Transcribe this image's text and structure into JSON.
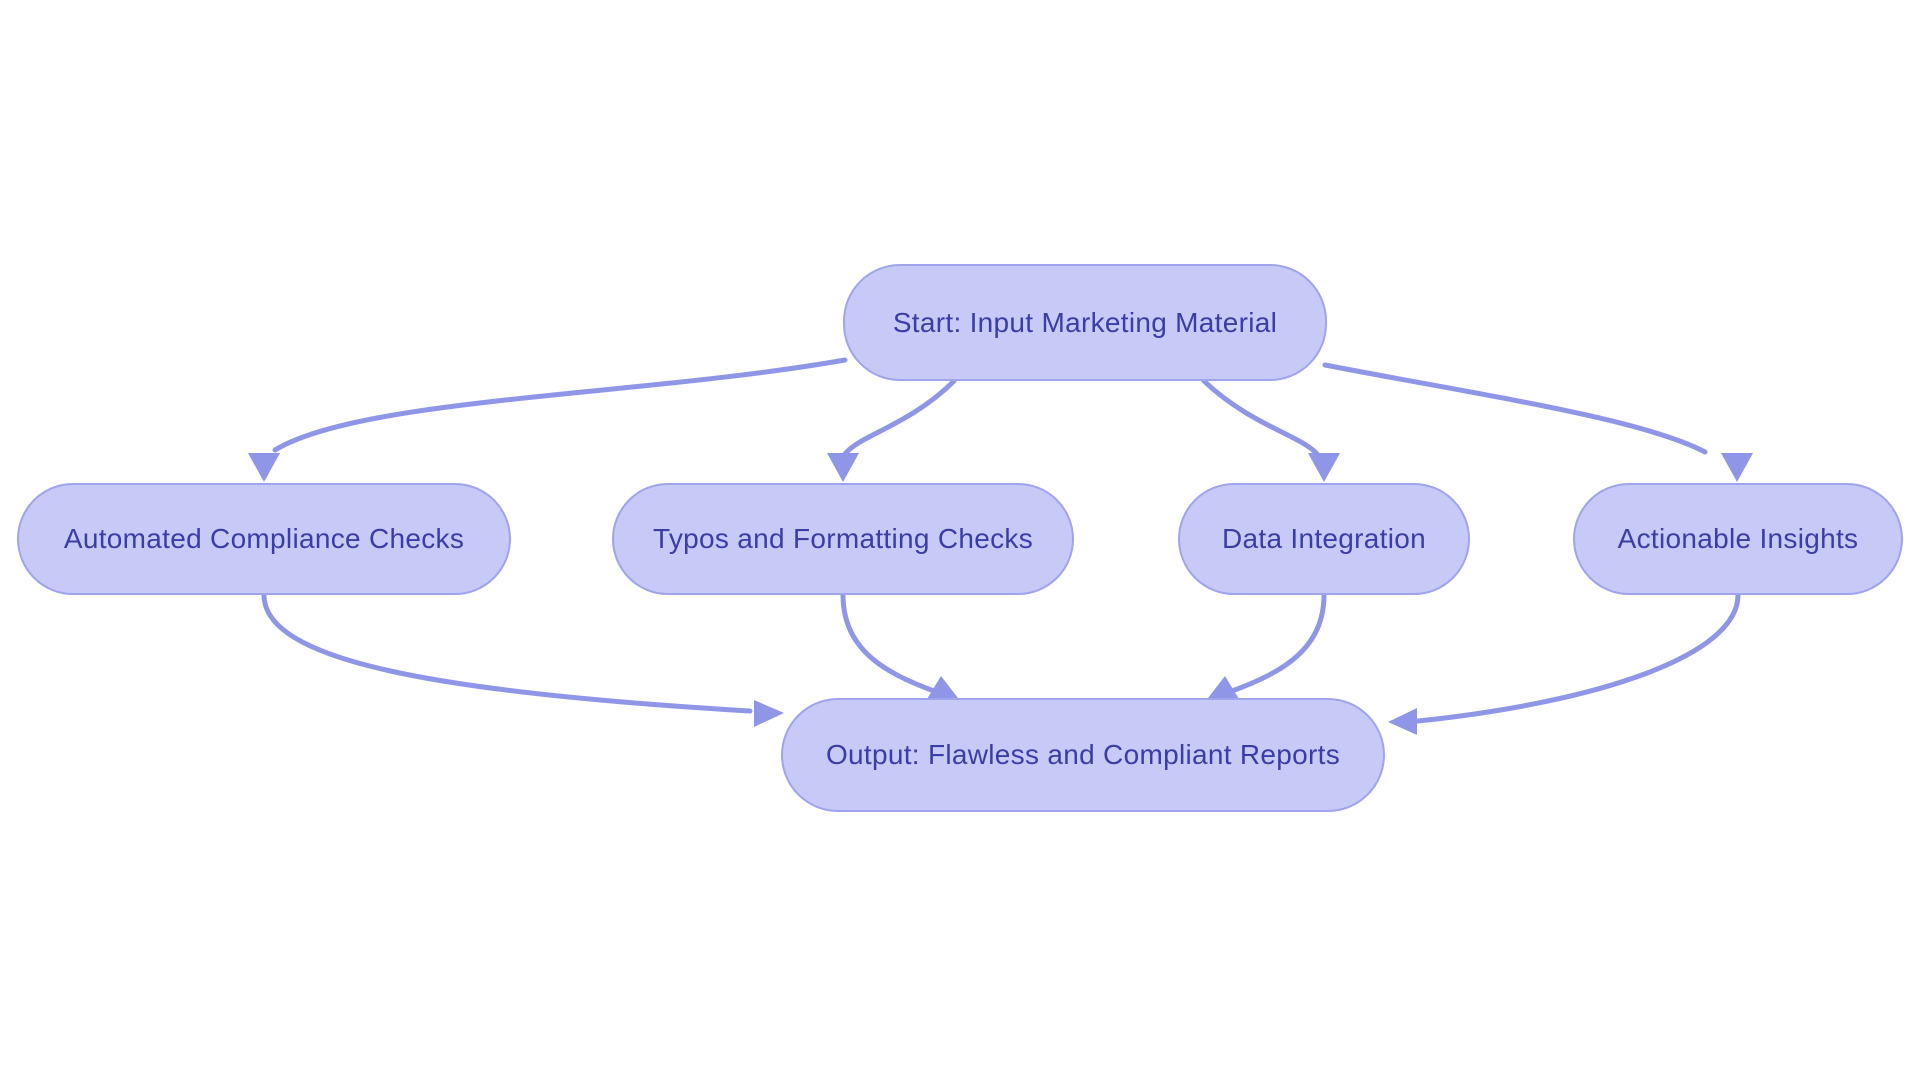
{
  "diagram": {
    "type": "flowchart",
    "direction": "top-to-bottom",
    "nodes": [
      {
        "id": "start",
        "label": "Start: Input Marketing Material",
        "role": "start"
      },
      {
        "id": "compliance",
        "label": "Automated Compliance Checks",
        "role": "process"
      },
      {
        "id": "typos",
        "label": "Typos and Formatting Checks",
        "role": "process"
      },
      {
        "id": "data",
        "label": "Data Integration",
        "role": "process"
      },
      {
        "id": "insights",
        "label": "Actionable Insights",
        "role": "process"
      },
      {
        "id": "output",
        "label": "Output: Flawless and Compliant Reports",
        "role": "end"
      }
    ],
    "edges": [
      {
        "from": "start",
        "to": "compliance"
      },
      {
        "from": "start",
        "to": "typos"
      },
      {
        "from": "start",
        "to": "data"
      },
      {
        "from": "start",
        "to": "insights"
      },
      {
        "from": "compliance",
        "to": "output"
      },
      {
        "from": "typos",
        "to": "output"
      },
      {
        "from": "data",
        "to": "output"
      },
      {
        "from": "insights",
        "to": "output"
      }
    ],
    "colors": {
      "node_fill": "#c7c9f7",
      "node_border": "#9fa4ec",
      "edge": "#8f96e8",
      "text": "#3a3da6",
      "background": "#ffffff"
    }
  }
}
